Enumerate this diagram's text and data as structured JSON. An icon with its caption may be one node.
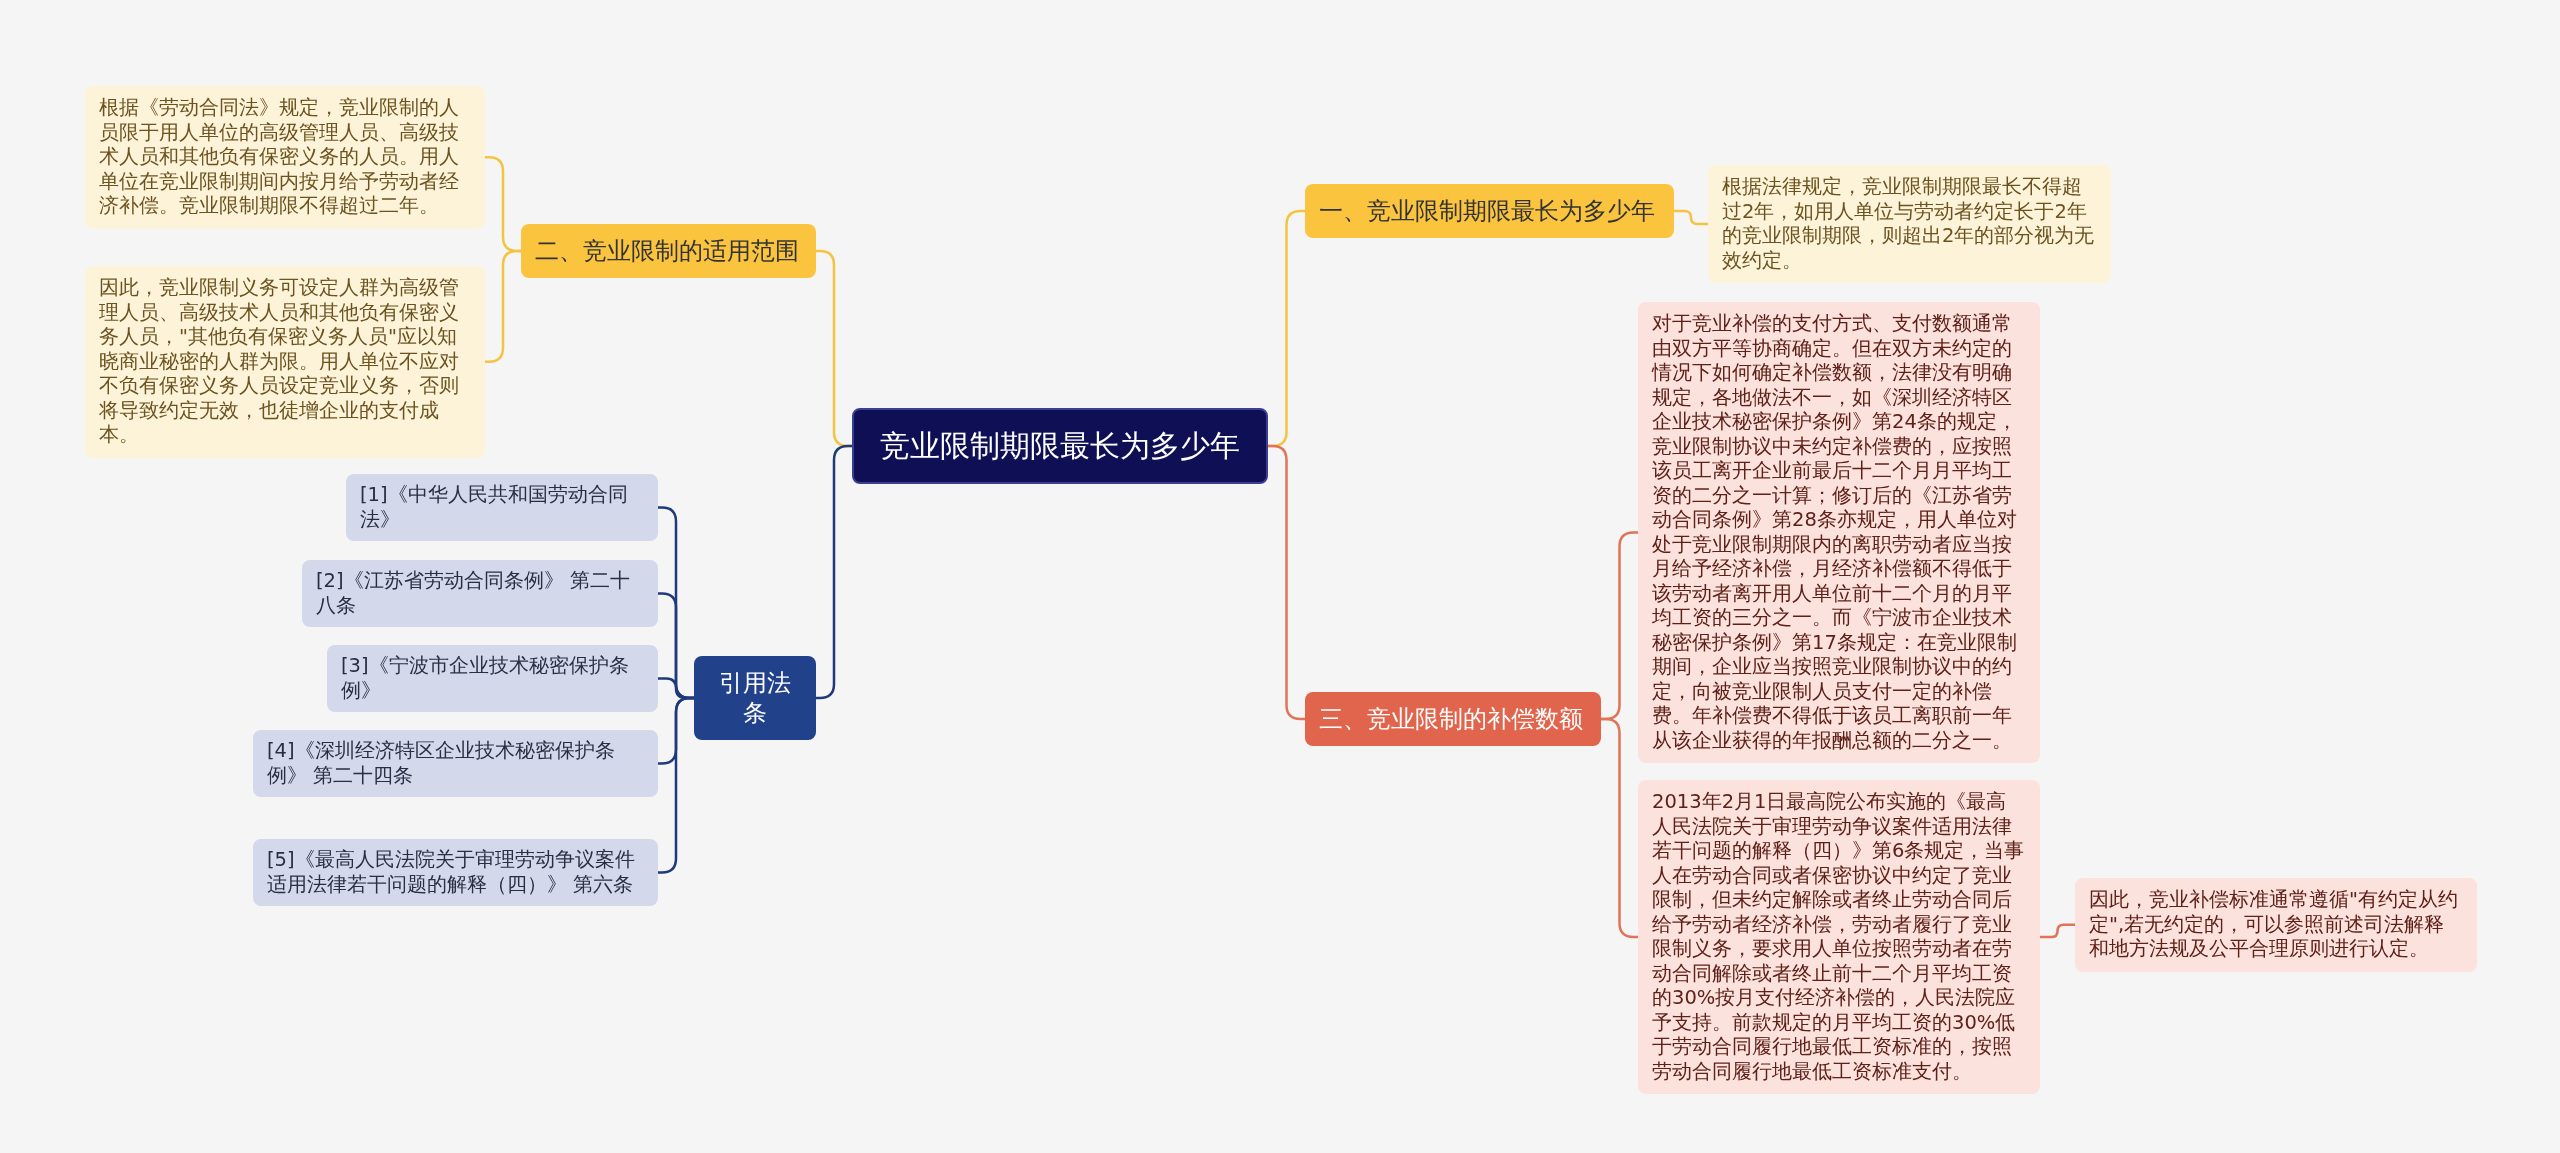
{
  "diagram": {
    "nodes": [
      {
        "text": [
          "竞业限制期限最长为多少年"
        ]
      },
      {
        "text": [
          "一、竞业限制期限最长为多少年"
        ]
      },
      {
        "text": [
          "根据法律规定，竞业限制期限最长不得超过2年，如用人单位与劳动者约定长于2年的竞业限制期限，则超出2年的部分视为无效约定。"
        ]
      },
      {
        "text": [
          "二、竞业限制的适用范围"
        ]
      },
      {
        "text": [
          "根据《劳动合同法》规定，竞业限制的人员限于用人单位的高级管理人员、高级技术人员和其他负有保密义务的人员。用人单位在竞业限制期间内按月给予劳动者经济补偿。竞业限制期限不得超过二年。"
        ]
      },
      {
        "text": [
          "因此，竞业限制义务可设定人群为高级管理人员、高级技术人员和其他负有保密义务人员，\"其他负有保密义务人员\"应以知晓商业秘密的人群为限。用人单位不应对不负有保密义务人员设定竞业义务，否则将导致约定无效，也徒增企业的支付成本。"
        ]
      },
      {
        "text": [
          "三、竞业限制的补偿数额"
        ]
      },
      {
        "text": [
          "对于竞业补偿的支付方式、支付数额通常由双方平等协商确定。但在双方未约定的情况下如何确定补偿数额，法律没有明确规定，各地做法不一，如《深圳经济特区企业技术秘密保护条例》第24条的规定，竞业限制协议中未约定补偿费的，应按照该员工离开企业前最后十二个月月平均工资的二分之一计算；修订后的《江苏省劳动合同条例》第28条亦规定，用人单位对处于竞业限制期限内的离职劳动者应当按月给予经济补偿，月经济补偿额不得低于该劳动者离开用人单位前十二个月的月平均工资的三分之一。而《宁波市企业技术秘密保护条例》第17条规定：在竞业限制期间，企业应当按照竞业限制协议中的约定，向被竞业限制人员支付一定的补偿费。年补偿费不得低于该员工离职前一年从该企业获得的年报酬总额的二分之一。"
        ]
      },
      {
        "text": [
          "2013年2月1日最高院公布实施的《最高人民法院关于审理劳动争议案件适用法律若干问题的解释（四）》第6条规定，当事人在劳动合同或者保密协议中约定了竞业限制，但未约定解除或者终止劳动合同后给予劳动者经济补偿，劳动者履行了竞业限制义务，要求用人单位按照劳动者在劳动合同解除或者终止前十二个月平均工资的30%按月支付经济补偿的，人民法院应予支持。前款规定的月平均工资的30%低于劳动合同履行地最低工资标准的，按照劳动合同履行地最低工资标准支付。"
        ]
      },
      {
        "text": [
          "因此，竞业补偿标准通常遵循\"有约定从约定\",若无约定的，可以参照前述司法解释和地方法规及公平合理原则进行认定。"
        ]
      },
      {
        "text": [
          "引用法条"
        ]
      },
      {
        "text": [
          "[1]《中华人民共和国劳动合同法》"
        ]
      },
      {
        "text": [
          "[2]《江苏省劳动合同条例》 第二十八条"
        ]
      },
      {
        "text": [
          "[3]《宁波市企业技术秘密保护条例》"
        ]
      },
      {
        "text": [
          "[4]《深圳经济特区企业技术秘密保护条例》 第二十四条"
        ]
      },
      {
        "text": [
          "[5]《最高人民法院关于审理劳动争议案件适用法律若干问题的解释（四）》 第六条"
        ]
      }
    ],
    "edges": [
      {
        "from": 0,
        "to": 1,
        "arrow": "none",
        "color": "#f5c342"
      },
      {
        "from": 1,
        "to": 2,
        "arrow": "none",
        "color": "#f5c342"
      },
      {
        "from": 0,
        "to": 3,
        "arrow": "none",
        "color": "#f5c342"
      },
      {
        "from": 3,
        "to": 4,
        "arrow": "none",
        "color": "#f5c342"
      },
      {
        "from": 3,
        "to": 5,
        "arrow": "none",
        "color": "#f5c342"
      },
      {
        "from": 0,
        "to": 6,
        "arrow": "none",
        "color": "#e0735a"
      },
      {
        "from": 6,
        "to": 7,
        "arrow": "none",
        "color": "#e0735a"
      },
      {
        "from": 6,
        "to": 8,
        "arrow": "none",
        "color": "#e0735a"
      },
      {
        "from": 8,
        "to": 9,
        "arrow": "none",
        "color": "#e0735a"
      },
      {
        "from": 0,
        "to": 10,
        "arrow": "none",
        "color": "#1f3a7a"
      },
      {
        "from": 10,
        "to": 11,
        "arrow": "none",
        "color": "#1f3a7a"
      },
      {
        "from": 10,
        "to": 12,
        "arrow": "none",
        "color": "#1f3a7a"
      },
      {
        "from": 10,
        "to": 13,
        "arrow": "none",
        "color": "#1f3a7a"
      },
      {
        "from": 10,
        "to": 14,
        "arrow": "none",
        "color": "#1f3a7a"
      },
      {
        "from": 10,
        "to": 15,
        "arrow": "none",
        "color": "#1f3a7a"
      }
    ]
  }
}
